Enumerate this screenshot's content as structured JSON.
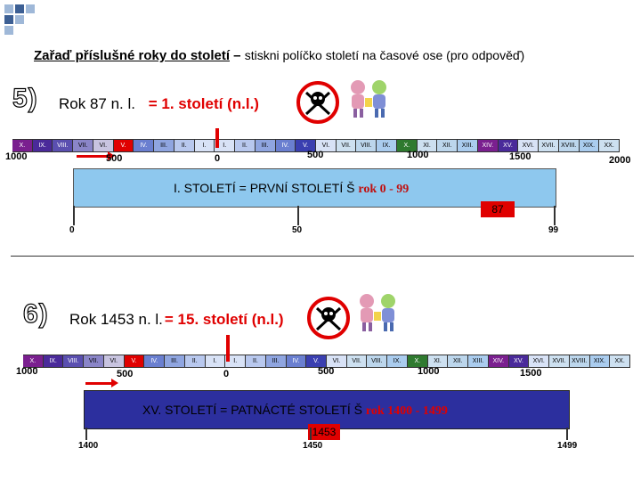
{
  "page": {
    "heading": "Zařaď příslušné roky do století",
    "heading_sep": " – ",
    "heading_sub": "stiskni políčko století na časové ose (pro odpověď)"
  },
  "roman_labels": [
    "X.",
    "IX.",
    "VIII.",
    "VII.",
    "VI.",
    "V.",
    "IV.",
    "III.",
    "II.",
    "I.",
    "I.",
    "II.",
    "III.",
    "IV.",
    "V.",
    "VI.",
    "VII.",
    "VIII.",
    "IX.",
    "X.",
    "XI.",
    "XII.",
    "XIII.",
    "XIV.",
    "XV.",
    "XVI.",
    "XVII.",
    "XVIII.",
    "XIX.",
    "XX."
  ],
  "segment_colors": [
    "#7a1f8f",
    "#4a2a9a",
    "#5a4fb0",
    "#8a85c8",
    "#c8c4e0",
    "#e00000",
    "#6a7fd0",
    "#8fa5e0",
    "#b8c8ee",
    "#d8e2f6",
    "#d8e2f6",
    "#b8c8ee",
    "#8fa5e0",
    "#6a7fd0",
    "#3a3fb0",
    "#d8e2f6",
    "#cde0f0",
    "#bcd6ec",
    "#aaccee",
    "#2f7a2f",
    "#cde0f0",
    "#bcd6ec",
    "#aaccee",
    "#7a1f8f",
    "#4a2a9a",
    "#d8e2f6",
    "#cde0f0",
    "#bcd6ec",
    "#aaccee",
    "#cde0f0"
  ],
  "timeline_ticks": {
    "t1000": "1000",
    "t500": "500",
    "t0": "0",
    "t500b": "500",
    "t1000b": "1000",
    "t1500": "1500",
    "t2000": "2000"
  },
  "task5": {
    "number": "5)",
    "question": "Rok 87 n. l.",
    "answer": "= 1. století (n.l.)",
    "box_text": "I. STOLETÍ  = PRVNÍ STOLETÍ Š ",
    "box_range": "rok 0 - 99",
    "badge": "87",
    "scale_start": "0",
    "scale_mid": "50",
    "scale_end": "99"
  },
  "task6": {
    "number": "6)",
    "question": "Rok 1453 n. l.",
    "answer": "= 15. století (n.l.)",
    "box_text": "XV. STOLETÍ  = PATNÁCTÉ STOLETÍ Š ",
    "box_range": "rok 1400 - 1499",
    "badge": "1453",
    "scale_start": "1400",
    "scale_mid": "1450",
    "scale_end": "1499"
  },
  "icons": [
    "skull-crossbones-icon",
    "kids-clipart-icon"
  ],
  "colors": {
    "accent_red": "#e00000",
    "box1_fill": "#8ec8ee",
    "box2_fill": "#2c2f9e"
  }
}
